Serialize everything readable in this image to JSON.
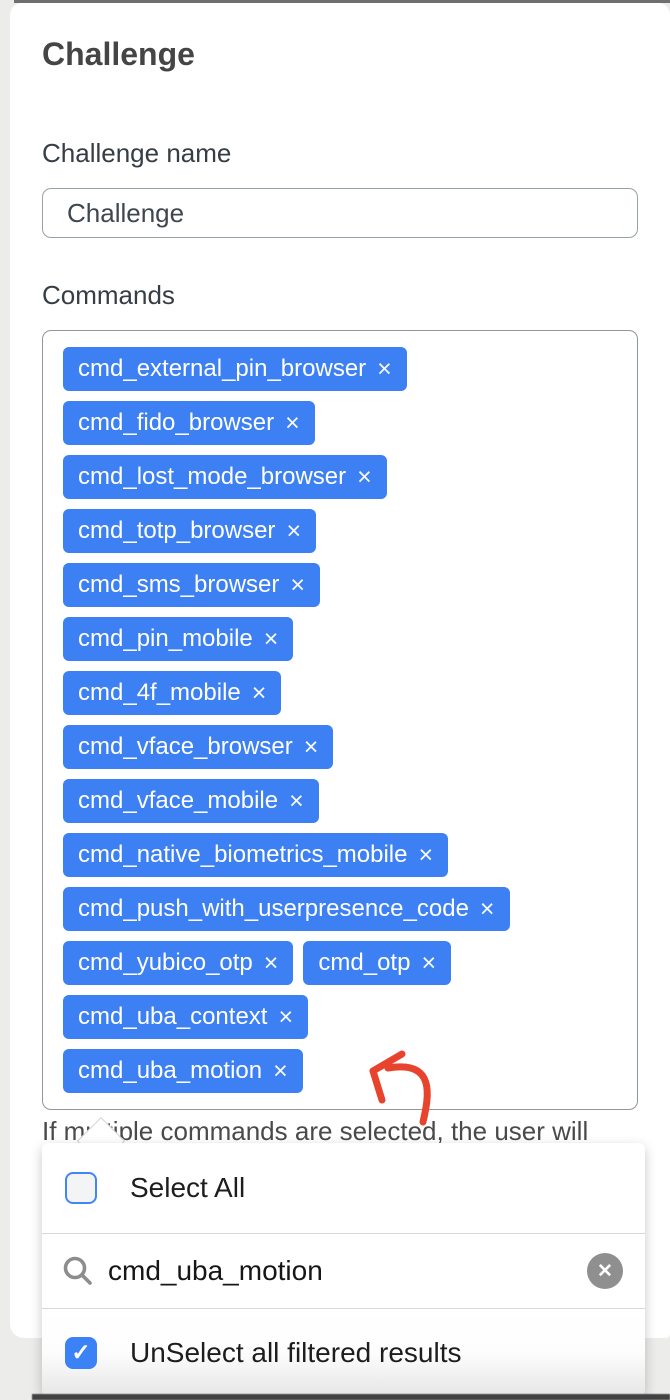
{
  "header": {
    "title": "Challenge"
  },
  "form": {
    "name_label": "Challenge name",
    "name_value": "Challenge",
    "commands_label": "Commands",
    "help_text": "If multiple commands are selected, the user will"
  },
  "chips": {
    "remove_glyph": "×",
    "rows": [
      [
        "cmd_external_pin_browser"
      ],
      [
        "cmd_fido_browser"
      ],
      [
        "cmd_lost_mode_browser"
      ],
      [
        "cmd_totp_browser"
      ],
      [
        "cmd_sms_browser"
      ],
      [
        "cmd_pin_mobile"
      ],
      [
        "cmd_4f_mobile"
      ],
      [
        "cmd_vface_browser"
      ],
      [
        "cmd_vface_mobile"
      ],
      [
        "cmd_native_biometrics_mobile"
      ],
      [
        "cmd_push_with_userpresence_code"
      ],
      [
        "cmd_yubico_otp",
        "cmd_otp"
      ],
      [
        "cmd_uba_context"
      ],
      [
        "cmd_uba_motion"
      ]
    ]
  },
  "dropdown": {
    "select_all": {
      "label": "Select All",
      "checked": false
    },
    "search": {
      "value": "cmd_uba_motion",
      "clear_glyph": "✕"
    },
    "unselect_all": {
      "label": "UnSelect all filtered results",
      "checked": true,
      "check_glyph": "✓"
    }
  },
  "colors": {
    "chip_bg": "#3d80f4",
    "checkbox_checked": "#3b82f6",
    "checkbox_border": "#4285f4",
    "arrow": "#e8432c",
    "spell_underline": "#ef6a55"
  }
}
